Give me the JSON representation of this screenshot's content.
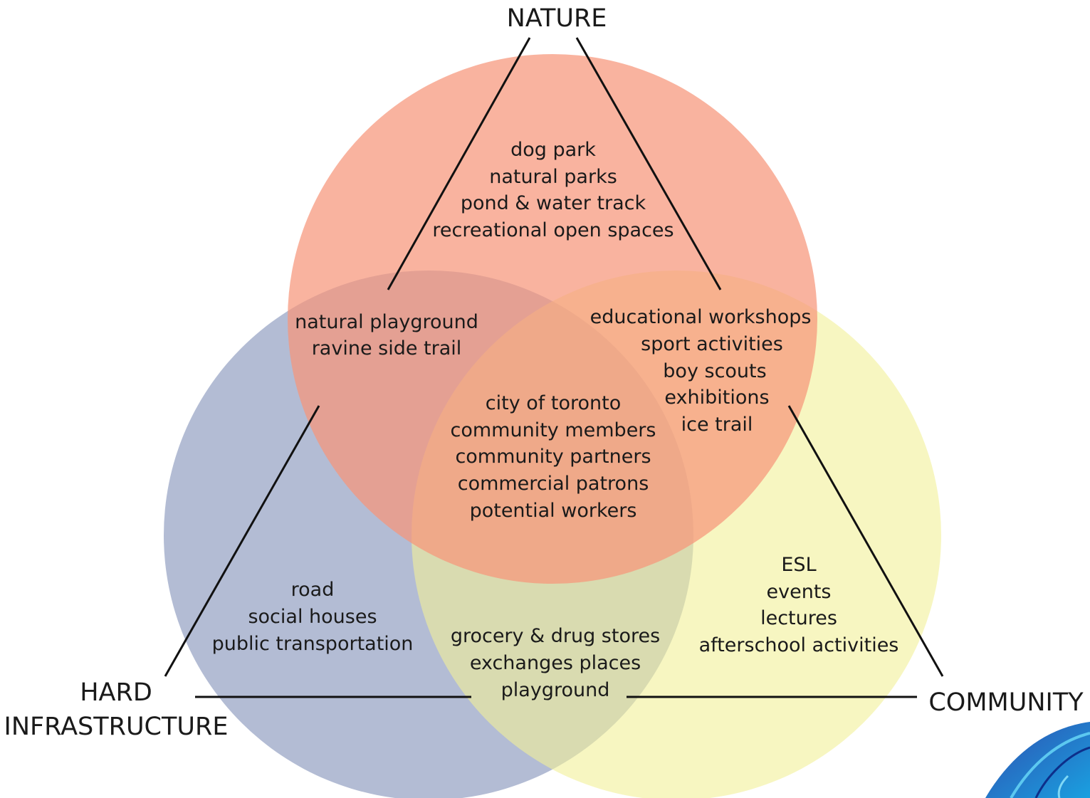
{
  "categories": {
    "nature": "NATURE",
    "hard_line1": "HARD",
    "hard_line2": "INFRASTRUCTURE",
    "community": "COMMUNITY"
  },
  "regions": {
    "nature_only": [
      "dog park",
      "natural parks",
      "pond & water track",
      "recreational open spaces"
    ],
    "nature_hard": [
      "natural playground",
      "ravine side trail"
    ],
    "nature_community": [
      "educational workshops",
      "sport activities",
      "boy scouts",
      "exhibitions",
      "ice trail"
    ],
    "center": [
      "city of toronto",
      "community members",
      "community partners",
      "commercial patrons",
      "potential workers"
    ],
    "hard_only": [
      "road",
      "social houses",
      "public transportation"
    ],
    "hard_community": [
      "grocery & drug stores",
      "exchanges places",
      "playground"
    ],
    "community_only": [
      "ESL",
      "events",
      "lectures",
      "afterschool activities"
    ]
  },
  "colors": {
    "nature": "#f6967a",
    "hard_infrastructure": "#9aa5c6",
    "community": "#f1f097",
    "lines": "#111111"
  },
  "logo": "blue-swirl-logo"
}
